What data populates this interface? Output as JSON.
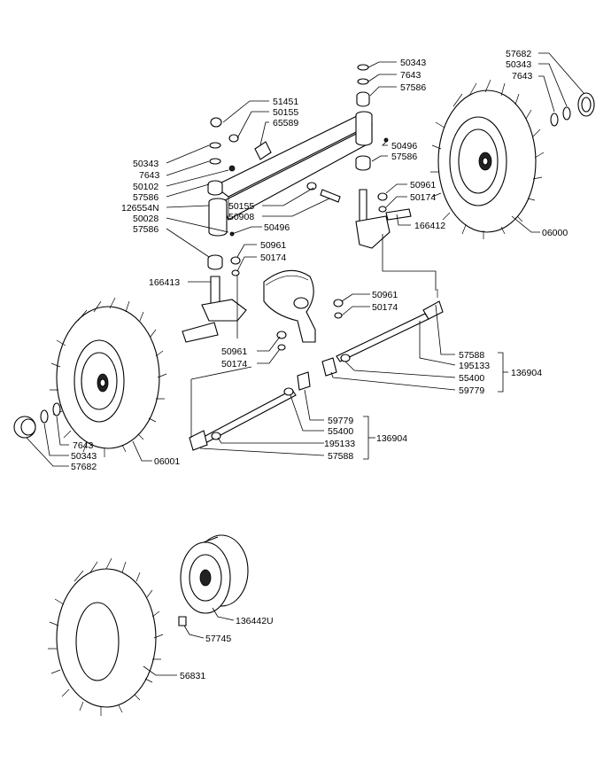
{
  "labels": {
    "l57682a": "57682",
    "l50343a": "50343",
    "l7643a": "7643",
    "l50343b": "50343",
    "l7643b": "7643",
    "l57586a": "57586",
    "l51451": "51451",
    "l50155a": "50155",
    "l65589": "65589",
    "l50496a": "50496",
    "l57586b": "57586",
    "l50343c": "50343",
    "l7643c": "7643",
    "l50102": "50102",
    "l57586c": "57586",
    "l126554N": "126554N",
    "l50028": "50028",
    "l57586d": "57586",
    "l50155b": "50155",
    "l50908": "50908",
    "l50496b": "50496",
    "l50961a": "50961",
    "l50174a": "50174",
    "l166412": "166412",
    "l06000": "06000",
    "l50961b": "50961",
    "l50174b": "50174",
    "l166413": "166413",
    "l50961c": "50961",
    "l50174c": "50174",
    "l50961d": "50961",
    "l50174d": "50174",
    "l57588a": "57588",
    "l195133a": "195133",
    "l55400a": "55400",
    "l59779a": "59779",
    "l136904a": "136904",
    "l59779b": "59779",
    "l55400b": "55400",
    "l195133b": "195133",
    "l57588b": "57588",
    "l136904b": "136904",
    "l7643d": "7643",
    "l50343d": "50343",
    "l57682b": "57682",
    "l06001": "06001",
    "l136442U": "136442U",
    "l57745": "57745",
    "l56831": "56831"
  }
}
